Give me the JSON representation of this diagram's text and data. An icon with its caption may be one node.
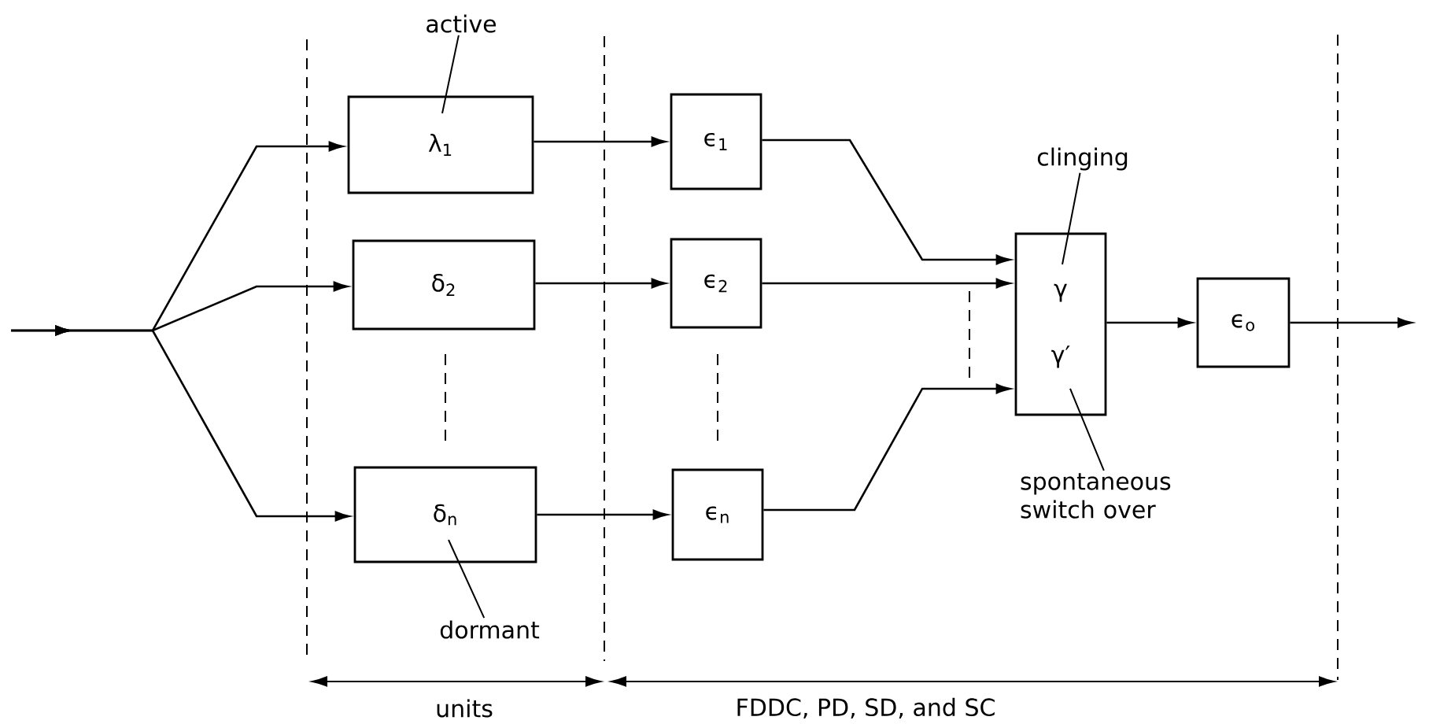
{
  "diagram": {
    "nodes": [
      {
        "text": [
          "active"
        ]
      },
      {
        "text": [
          "λ$_{1}$"
        ]
      },
      {
        "text": [
          "ϵ$_{1}$"
        ]
      },
      {
        "text": [
          "clinging"
        ]
      },
      {
        "text": [
          "δ$_{2}$"
        ]
      },
      {
        "text": [
          "ϵ$_{2}$"
        ]
      },
      {
        "text": [
          "γ",
          "γ′"
        ]
      },
      {
        "text": [
          "ϵ$_{o}$"
        ]
      },
      {
        "text": [
          "δ$_{n}$"
        ]
      },
      {
        "text": [
          "ϵ$_{n}$"
        ]
      },
      {
        "text": [
          "spontaneous switch over"
        ]
      },
      {
        "text": [
          "dormant"
        ]
      }
    ],
    "edges": [
      {
        "from": null,
        "to": 1,
        "arrow": "to"
      },
      {
        "from": null,
        "to": 4,
        "arrow": "to"
      },
      {
        "from": null,
        "to": 8,
        "arrow": "to"
      },
      {
        "from": 1,
        "to": 2,
        "arrow": "to"
      },
      {
        "from": 4,
        "to": 5,
        "arrow": "to"
      },
      {
        "from": 8,
        "to": 9,
        "arrow": "to"
      },
      {
        "from": 2,
        "to": 6,
        "arrow": "to"
      },
      {
        "from": 5,
        "to": 6,
        "arrow": "to"
      },
      {
        "from": 9,
        "to": 6,
        "arrow": "to"
      },
      {
        "from": 6,
        "to": 7,
        "arrow": "to"
      },
      {
        "from": 7,
        "to": null,
        "arrow": "to"
      },
      {
        "from": 0,
        "to": 1,
        "arrow": "none"
      },
      {
        "from": 11,
        "to": 8,
        "arrow": "none"
      },
      {
        "from": 3,
        "to": 6,
        "arrow": "none"
      },
      {
        "from": 10,
        "to": 6,
        "arrow": "none"
      }
    ],
    "labels": [
      "units",
      "FDDC, PD, SD, and SC"
    ]
  }
}
